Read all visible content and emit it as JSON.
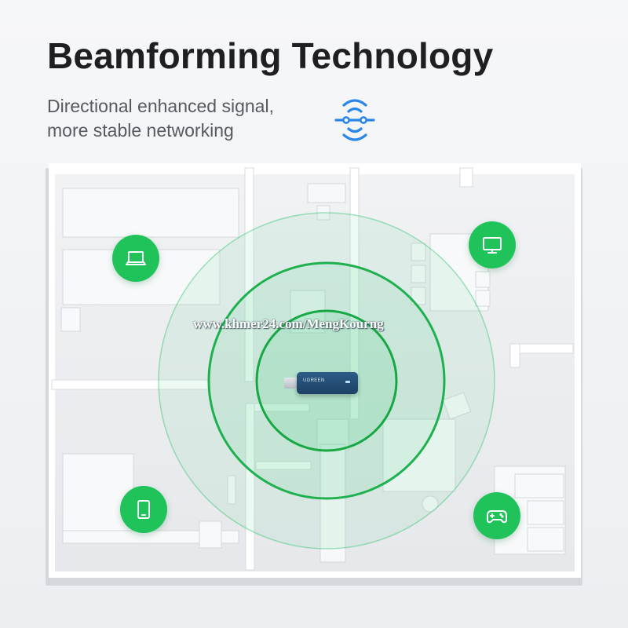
{
  "header": {
    "title": "Beamforming Technology",
    "subtitle_line1": "Directional enhanced signal,",
    "subtitle_line2": "more stable networking"
  },
  "icons": {
    "header": "signal-icon",
    "devices": [
      "laptop-icon",
      "monitor-icon",
      "smartphone-icon",
      "gamepad-icon"
    ]
  },
  "adapter": {
    "brand": "UGREEN"
  },
  "watermark": "www.khmer24.com/MengKourng",
  "colors": {
    "accent_green": "#1fc35a",
    "signal_blue": "#2a86e8",
    "title_text": "#1f1f22",
    "subtitle_text": "#555a61",
    "adapter_body": "#1d4165"
  }
}
